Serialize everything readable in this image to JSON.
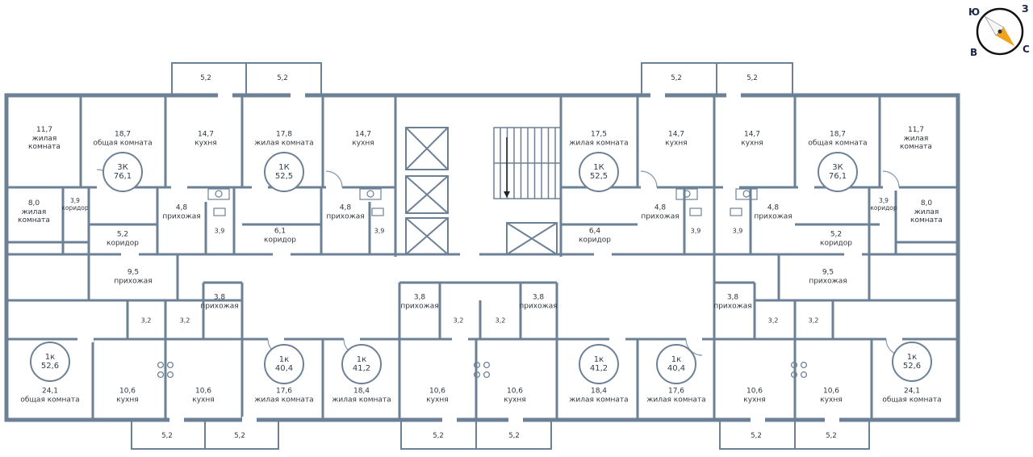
{
  "compass": {
    "s": "Ю",
    "w": "З",
    "e": "В",
    "n": "С"
  },
  "colors": {
    "wall": "#6d8196",
    "text": "#2f363d",
    "needle": "#f0a41e"
  },
  "apartments": [
    {
      "type": "3К",
      "area": "76,1"
    },
    {
      "type": "1К",
      "area": "52,5"
    },
    {
      "type": "1К",
      "area": "52,5"
    },
    {
      "type": "3К",
      "area": "76,1"
    },
    {
      "type": "1к",
      "area": "52,6"
    },
    {
      "type": "1к",
      "area": "40,4"
    },
    {
      "type": "1к",
      "area": "41,2"
    },
    {
      "type": "1к",
      "area": "41,2"
    },
    {
      "type": "1к",
      "area": "40,4"
    },
    {
      "type": "1к",
      "area": "52,6"
    }
  ],
  "rooms": [
    {
      "area": "11,7",
      "name": "жилая комната"
    },
    {
      "area": "18,7",
      "name": "общая комната"
    },
    {
      "area": "14,7",
      "name": "кухня"
    },
    {
      "area": "17,8",
      "name": "жилая комната"
    },
    {
      "area": "14,7",
      "name": "кухня"
    },
    {
      "area": "17,5",
      "name": "жилая комната"
    },
    {
      "area": "14,7",
      "name": "кухня"
    },
    {
      "area": "14,7",
      "name": "кухня"
    },
    {
      "area": "18,7",
      "name": "общая комната"
    },
    {
      "area": "11,7",
      "name": "жилая комната"
    },
    {
      "area": "8,0",
      "name": "жилая комната"
    },
    {
      "area": "3,9",
      "name": "коридор"
    },
    {
      "area": "5,2",
      "name": "коридор"
    },
    {
      "area": "4,8",
      "name": "прихожая"
    },
    {
      "area": "3,9",
      "name": ""
    },
    {
      "area": "6,1",
      "name": "коридор"
    },
    {
      "area": "4,8",
      "name": "прихожая"
    },
    {
      "area": "3,9",
      "name": ""
    },
    {
      "area": "6,4",
      "name": "коридор"
    },
    {
      "area": "4,8",
      "name": "прихожая"
    },
    {
      "area": "3,9",
      "name": ""
    },
    {
      "area": "3,9",
      "name": ""
    },
    {
      "area": "4,8",
      "name": "прихожая"
    },
    {
      "area": "5,2",
      "name": "коридор"
    },
    {
      "area": "3,9",
      "name": "коридор"
    },
    {
      "area": "8,0",
      "name": "жилая комната"
    },
    {
      "area": "9,5",
      "name": "прихожая"
    },
    {
      "area": "3,8",
      "name": "прихожая"
    },
    {
      "area": "3,2",
      "name": ""
    },
    {
      "area": "3,2",
      "name": ""
    },
    {
      "area": "3,8",
      "name": "прихожая"
    },
    {
      "area": "3,2",
      "name": ""
    },
    {
      "area": "3,2",
      "name": ""
    },
    {
      "area": "3,8",
      "name": "прихожая"
    },
    {
      "area": "3,8",
      "name": "прихожая"
    },
    {
      "area": "3,2",
      "name": ""
    },
    {
      "area": "3,2",
      "name": ""
    },
    {
      "area": "9,5",
      "name": "прихожая"
    },
    {
      "area": "24,1",
      "name": "общая комната"
    },
    {
      "area": "10,6",
      "name": "кухня"
    },
    {
      "area": "10,6",
      "name": "кухня"
    },
    {
      "area": "17,6",
      "name": "жилая комната"
    },
    {
      "area": "18,4",
      "name": "жилая комната"
    },
    {
      "area": "10,6",
      "name": "кухня"
    },
    {
      "area": "10,6",
      "name": "кухня"
    },
    {
      "area": "18,4",
      "name": "жилая комната"
    },
    {
      "area": "17,6",
      "name": "жилая комната"
    },
    {
      "area": "10,6",
      "name": "кухня"
    },
    {
      "area": "10,6",
      "name": "кухня"
    },
    {
      "area": "24,1",
      "name": "общая комната"
    }
  ],
  "balconies": [
    "5,2",
    "5,2",
    "5,2",
    "5,2",
    "5,2",
    "5,2",
    "5,2",
    "5,2",
    "5,2",
    "5,2"
  ]
}
